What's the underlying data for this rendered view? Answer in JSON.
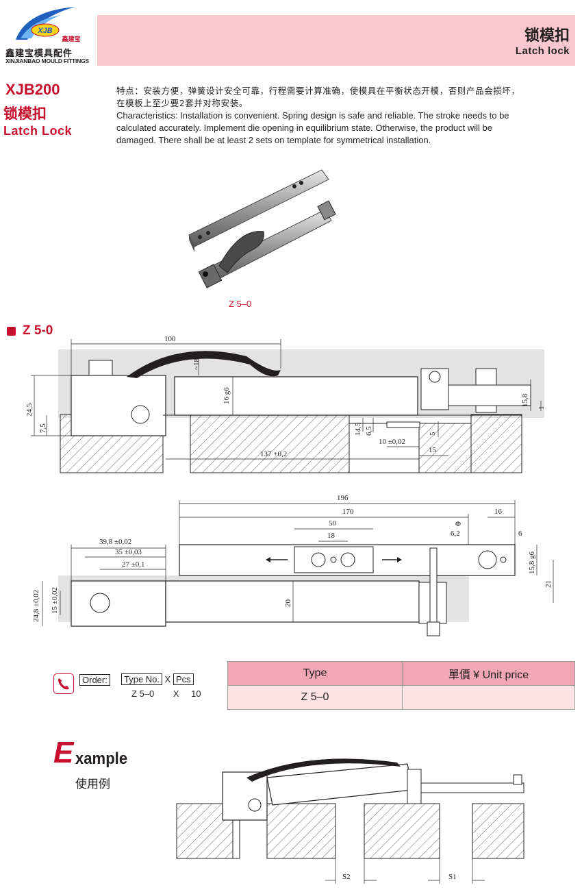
{
  "brand": {
    "logo_mark": "XJB",
    "logo_small": "鑫建宝",
    "name_cn": "鑫建宝模具配件",
    "name_en": "XINJIANBAO MOULD FITTINGS"
  },
  "header": {
    "title_cn": "锁模扣",
    "title_en": "Latch lock"
  },
  "product": {
    "code": "XJB200",
    "name_cn": "锁模扣",
    "name_en": "Latch Lock",
    "desc_cn": "特点：安装方便，弹簧设计安全可靠，行程需要计算准确，使模具在平衡状态开模，否则产品会损坏，在模板上至少要2套并对称安装。",
    "desc_en": "Characteristics: Installation is convenient. Spring design is safe and reliable. The stroke needs to be calculated accurately. Implement die opening in equilibrium state. Otherwise, the product will be damaged. There shall be at least 2 sets on template for symmetrical installation.",
    "photo_caption": "Z 5–0"
  },
  "section": {
    "title": "Z 5-0"
  },
  "dimensions": {
    "side": {
      "d100": "100",
      "d18": "~18",
      "d16g6": "16 g6",
      "d24_5": "24,5",
      "d7_5": "7,5",
      "d137": "137 +0,2",
      "d14_5": "14,5",
      "d6_5": "6,5",
      "d10": "10 ±0,02",
      "d5": "5",
      "d15": "15",
      "d15_8": "15,8",
      "d1": "1"
    },
    "top": {
      "d196": "196",
      "d170": "170",
      "d50": "50",
      "d18": "18",
      "d16": "16",
      "d6phi2": "6,2",
      "phi": "Φ",
      "d6": "6",
      "d39_8": "39,8 ±0,02",
      "d35": "35 ±0,03",
      "d27": "27 ±0,1",
      "d24_8": "24,8 ±0,02",
      "d15": "15 ±0,02",
      "d20": "20",
      "d15_8g6": "15,8 g6",
      "d21": "21"
    }
  },
  "order": {
    "label": "Order:",
    "type_label": "Type No.",
    "x": "X",
    "pcs_label": "Pcs",
    "type_value": "Z 5–0",
    "pcs_value": "10"
  },
  "price_table": {
    "headers": [
      "Type",
      "單價 ¥ Unit price"
    ],
    "rows": [
      [
        "Z 5–0",
        ""
      ]
    ]
  },
  "example": {
    "title_first": "E",
    "title_rest": "xample",
    "title_cn": "使用例",
    "s1": "S1",
    "s2": "S2"
  },
  "colors": {
    "accent": "#c8102e",
    "header_band": "#f7c8d0",
    "table_header": "#f2a7b5",
    "table_cell": "#fde2e6"
  }
}
